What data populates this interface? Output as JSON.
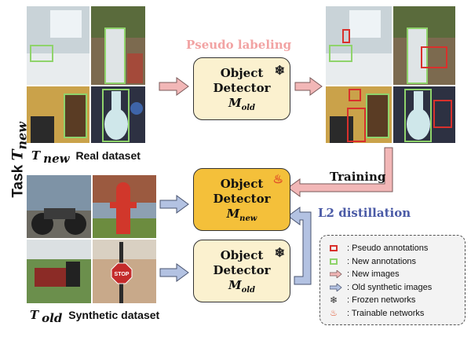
{
  "task": {
    "prefix": "Task",
    "symbol": "T",
    "sub": "new"
  },
  "captions": {
    "real": {
      "symbol": "T",
      "sub": "new",
      "text": "Real dataset"
    },
    "synthetic": {
      "symbol": "T",
      "sub": "old",
      "text": "Synthetic dataset"
    }
  },
  "arrows": {
    "pseudo_labeling": "Pseudo labeling",
    "training": "Training",
    "l2_distillation": "L2 distillation"
  },
  "detectors": {
    "top": {
      "line1": "Object",
      "line2": "Detector",
      "symbol": "M",
      "sub": "old",
      "state_icon": "snowflake-icon"
    },
    "middle": {
      "line1": "Object",
      "line2": "Detector",
      "symbol": "M",
      "sub": "new",
      "state_icon": "flame-icon"
    },
    "bottom": {
      "line1": "Object",
      "line2": "Detector",
      "symbol": "M",
      "sub": "old",
      "state_icon": "snowflake-icon"
    }
  },
  "legend": [
    {
      "icon": "red-square-icon",
      "text": ": Pseudo annotations"
    },
    {
      "icon": "green-square-icon",
      "text": ": New annotations"
    },
    {
      "icon": "pink-arrow-icon",
      "text": ": New images"
    },
    {
      "icon": "blue-arrow-icon",
      "text": ": Old synthetic images"
    },
    {
      "icon": "snowflake-icon",
      "text": ": Frozen networks"
    },
    {
      "icon": "flame-icon",
      "text": ": Trainable networks"
    }
  ],
  "colors": {
    "frozen_fill": "#fbf1cf",
    "trainable_fill": "#f4c03a",
    "pseudo_red": "#d9302c",
    "new_green": "#8fd36b",
    "pink_arrow": "#f2b7b7",
    "blue_arrow": "#b3c2e2",
    "l2_text": "#4a5aa6"
  },
  "images": {
    "stop_sign_text": "STOP"
  }
}
